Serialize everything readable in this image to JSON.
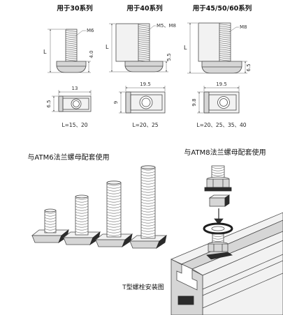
{
  "series": [
    {
      "title": "用于30系列",
      "thread_size": "M6",
      "length_symbol": "L",
      "head_height": "4.0",
      "head_width": "13",
      "head_depth": "6.5",
      "lengths": "L=15、20"
    },
    {
      "title": "用于40系列",
      "thread_size": "M5、M8",
      "length_symbol": "L",
      "head_height": "5.5",
      "head_width": "19.5",
      "head_depth": "9",
      "lengths": "L=20、25"
    },
    {
      "title": "用于45/50/60系列",
      "thread_size": "M8",
      "length_symbol": "L",
      "head_height": "6.5",
      "head_width": "19.5",
      "head_depth": "9.8",
      "lengths": "L=20、25、35、40"
    }
  ],
  "usage_notes": {
    "atm6": "与ATM6法兰螺母配套使用",
    "atm8": "与ATM8法兰螺母配套使用"
  },
  "installation_caption": "T型螺栓安装图",
  "colors": {
    "line": "#4a4a4a",
    "light_fill": "#f2f2f2",
    "mid_fill": "#d6d6d6",
    "dark": "#2b2b2b",
    "background": "#ffffff"
  }
}
